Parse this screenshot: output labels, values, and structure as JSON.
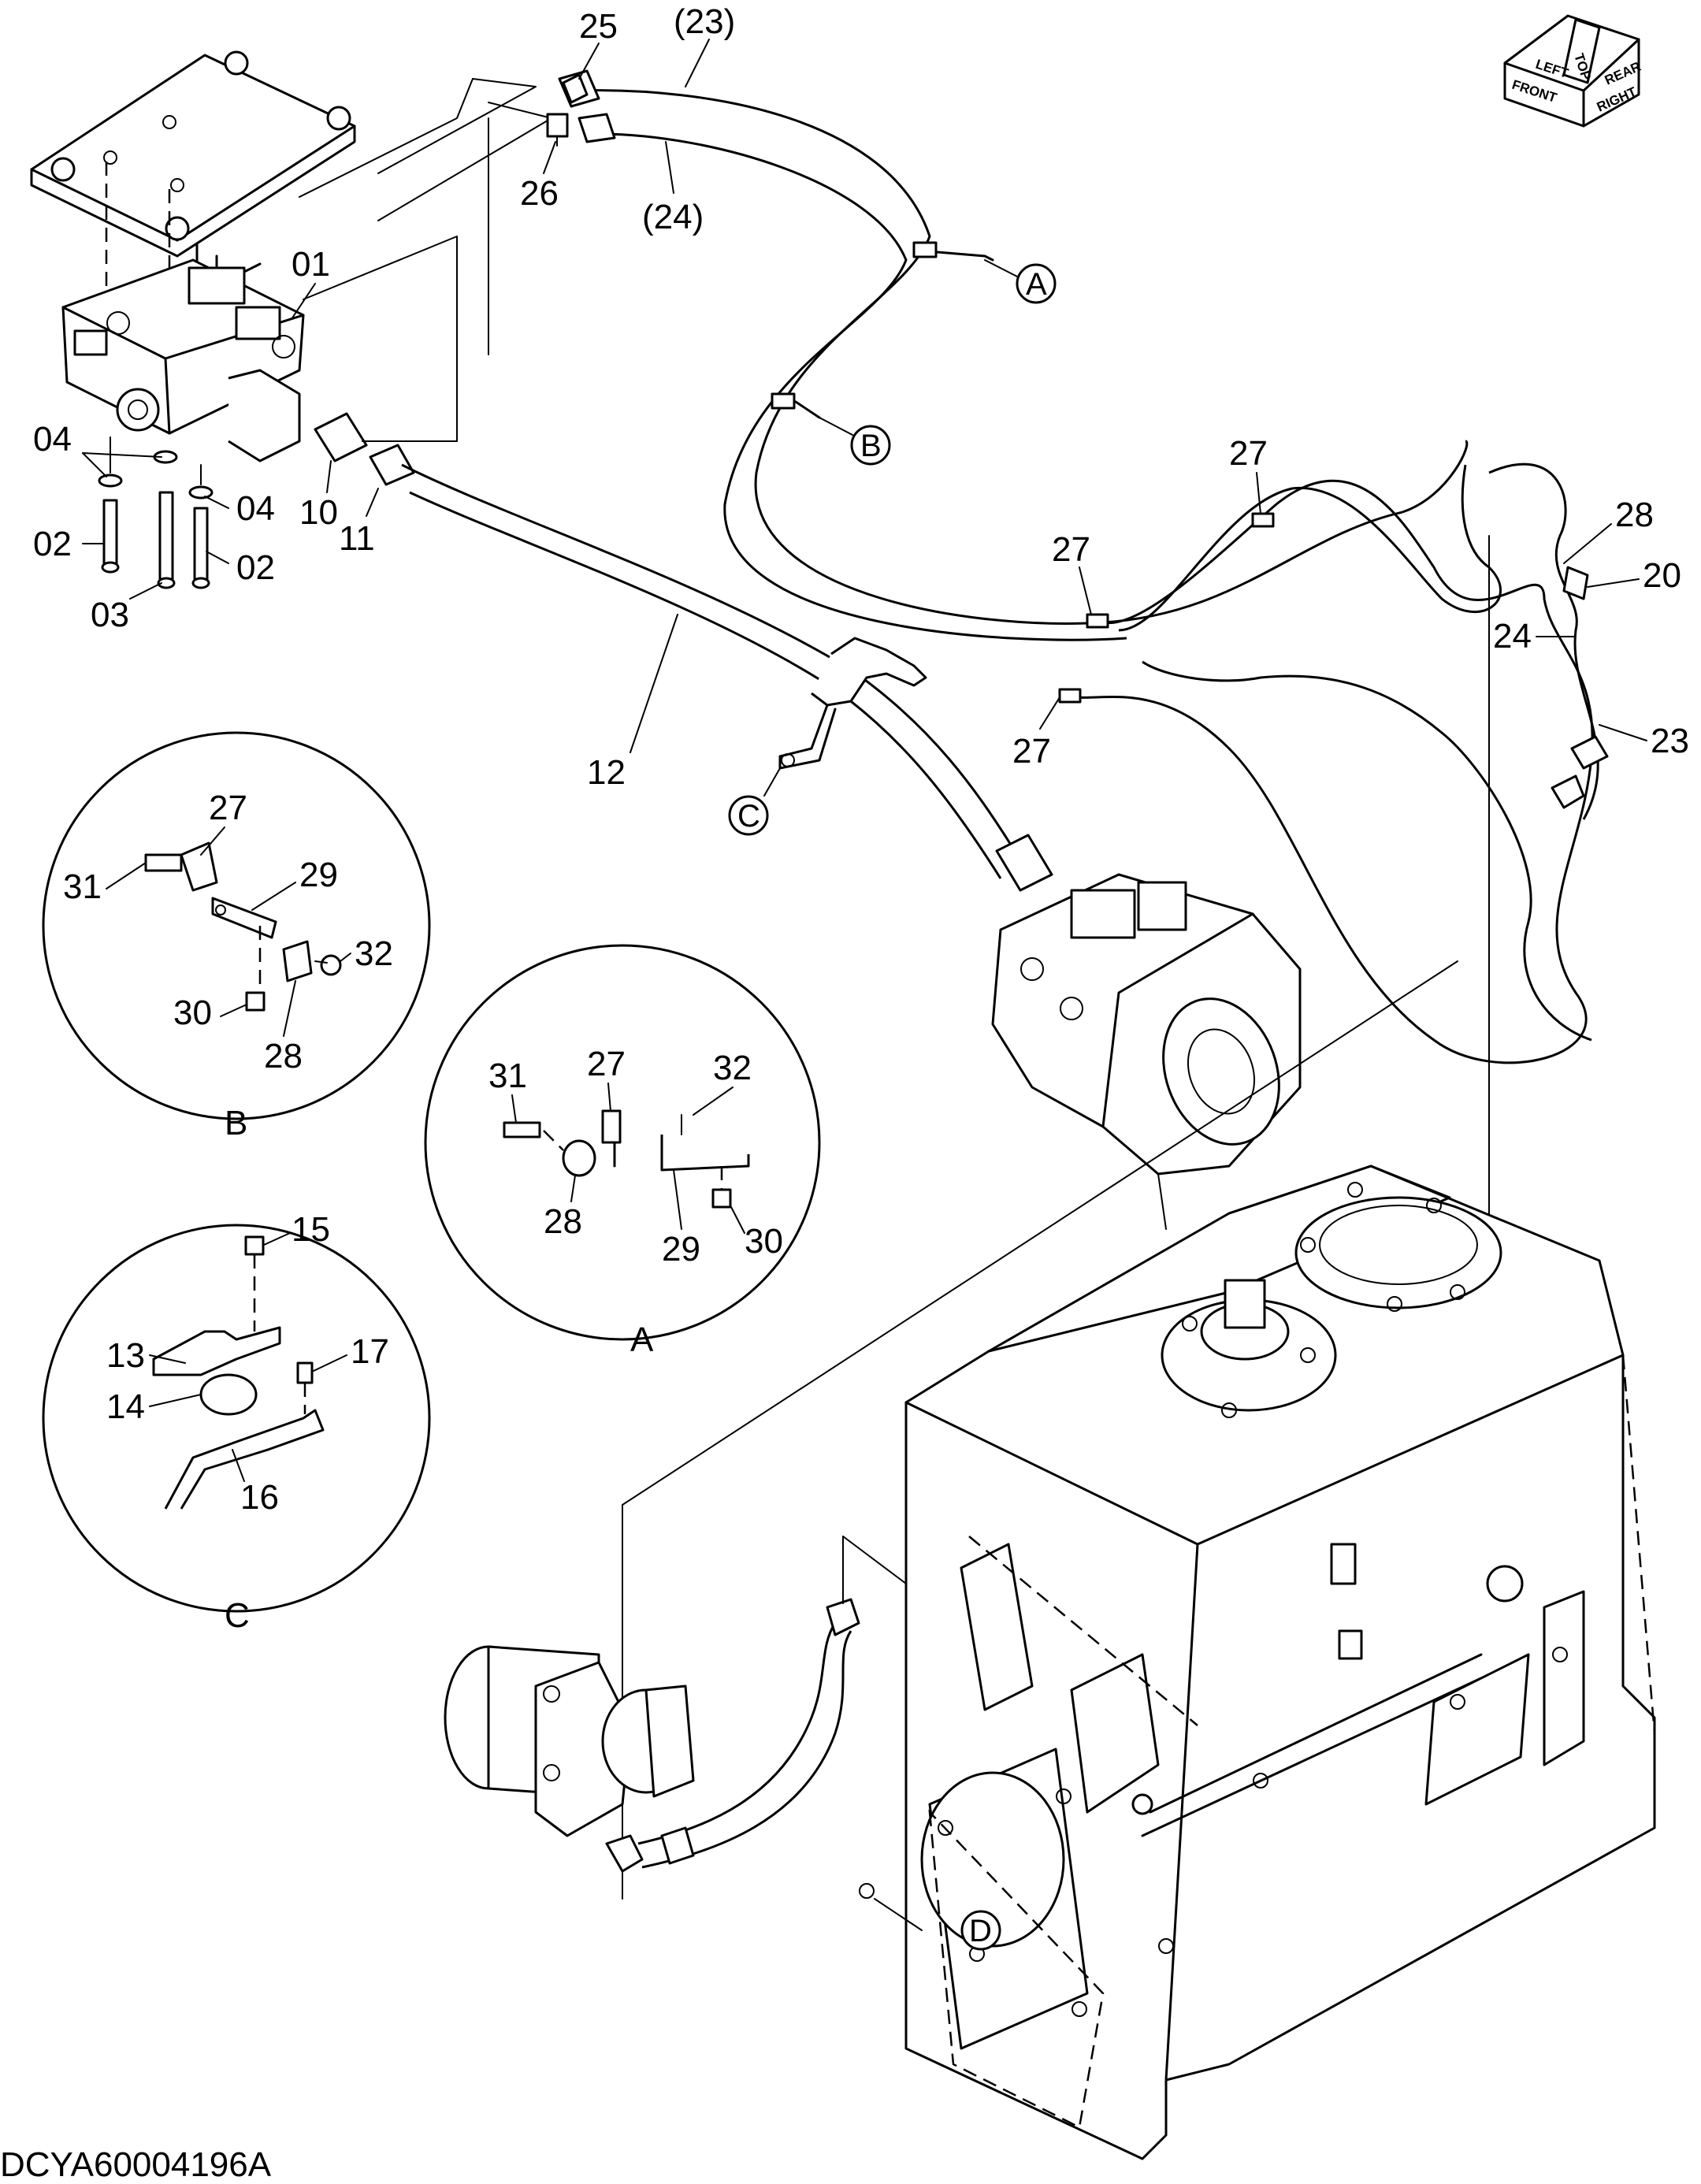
{
  "drawing_id": "DCYA60004196A",
  "orientation_icon": {
    "icon": "orientation-cube-icon",
    "front": "FRONT",
    "top": "TOP",
    "right": "RIGHT",
    "left": "LEFT",
    "rear": "REAR"
  },
  "callouts": {
    "c01": "01",
    "c02a": "02",
    "c02b": "02",
    "c03": "03",
    "c04a": "04",
    "c04b": "04",
    "c10": "10",
    "c11": "11",
    "c12": "12",
    "c20": "20",
    "c23": "23",
    "c23p": "(23)",
    "c24": "24",
    "c24p": "(24)",
    "c25": "25",
    "c26": "26",
    "c27a": "27",
    "c27b": "27",
    "c27c": "27",
    "c28": "28"
  },
  "view_refs": {
    "a": "A",
    "b": "B",
    "c": "C",
    "d": "D"
  },
  "detail_b": {
    "title": "B",
    "labels": {
      "p27": "27",
      "p29": "29",
      "p31": "31",
      "p32": "32",
      "p30": "30",
      "p28": "28"
    }
  },
  "detail_a": {
    "title": "A",
    "labels": {
      "p31": "31",
      "p27": "27",
      "p32": "32",
      "p28": "28",
      "p29": "29",
      "p30": "30"
    }
  },
  "detail_c": {
    "title": "C",
    "labels": {
      "p15": "15",
      "p13": "13",
      "p17": "17",
      "p14": "14",
      "p16": "16"
    }
  }
}
